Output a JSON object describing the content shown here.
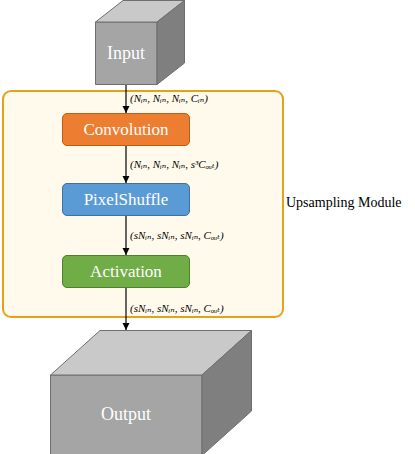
{
  "diagram": {
    "nodes": [
      {
        "text": [
          "Input"
        ]
      },
      {
        "text": [
          "Upsampling Module"
        ]
      },
      {
        "text": [
          "Convolution"
        ],
        "in": 1
      },
      {
        "text": [
          "PixelShuffle"
        ],
        "in": 1
      },
      {
        "text": [
          "Activation"
        ],
        "in": 1
      },
      {
        "text": [
          "Output"
        ]
      }
    ],
    "edges": [
      {
        "from": 0,
        "to": 2,
        "arrow": "to",
        "label": "(Nᵢₙ, Nᵢₙ, Nᵢₙ, Cᵢₙ)"
      },
      {
        "from": 2,
        "to": 3,
        "arrow": "to",
        "label": "(Nᵢₙ, Nᵢₙ, Nᵢₙ, s³Cₒᵤₜ)"
      },
      {
        "from": 3,
        "to": 4,
        "arrow": "to",
        "label": "(sNᵢₙ, sNᵢₙ, sNᵢₙ, Cₒᵤₜ)"
      },
      {
        "from": 4,
        "to": 5,
        "arrow": "to",
        "label": "(sNᵢₙ, sNᵢₙ, sNᵢₙ, Cₒᵤₜ)"
      }
    ]
  }
}
